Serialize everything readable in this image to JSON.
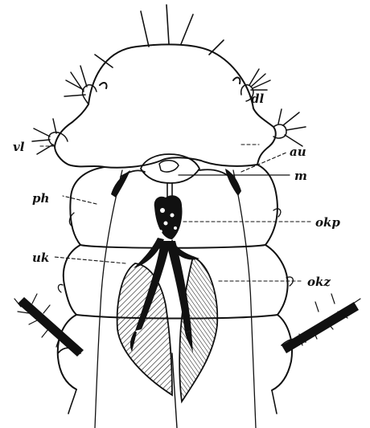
{
  "labels": {
    "dl": "dl",
    "vl": "vl",
    "au": "au",
    "m": "m",
    "ph": "ph",
    "okp": "okp",
    "uk": "uk",
    "okz": "okz"
  },
  "colors": {
    "ink": "#111111",
    "paper": "#ffffff"
  }
}
